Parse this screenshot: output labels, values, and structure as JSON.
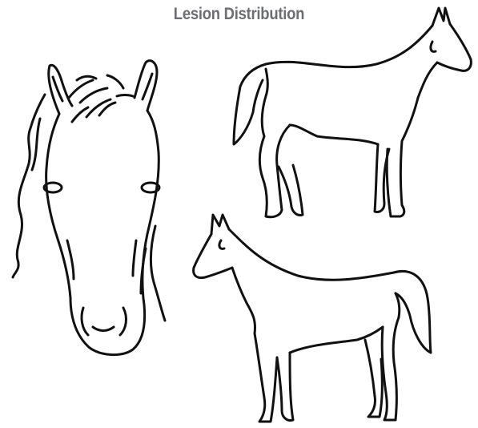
{
  "page": {
    "title": "Lesion Distribution",
    "title_color": "#6d6e71",
    "line_color": "#111111",
    "background": "#ffffff"
  },
  "figures": [
    {
      "name": "horse-head-front-view"
    },
    {
      "name": "horse-body-right-side-view"
    },
    {
      "name": "horse-body-left-side-view"
    }
  ]
}
